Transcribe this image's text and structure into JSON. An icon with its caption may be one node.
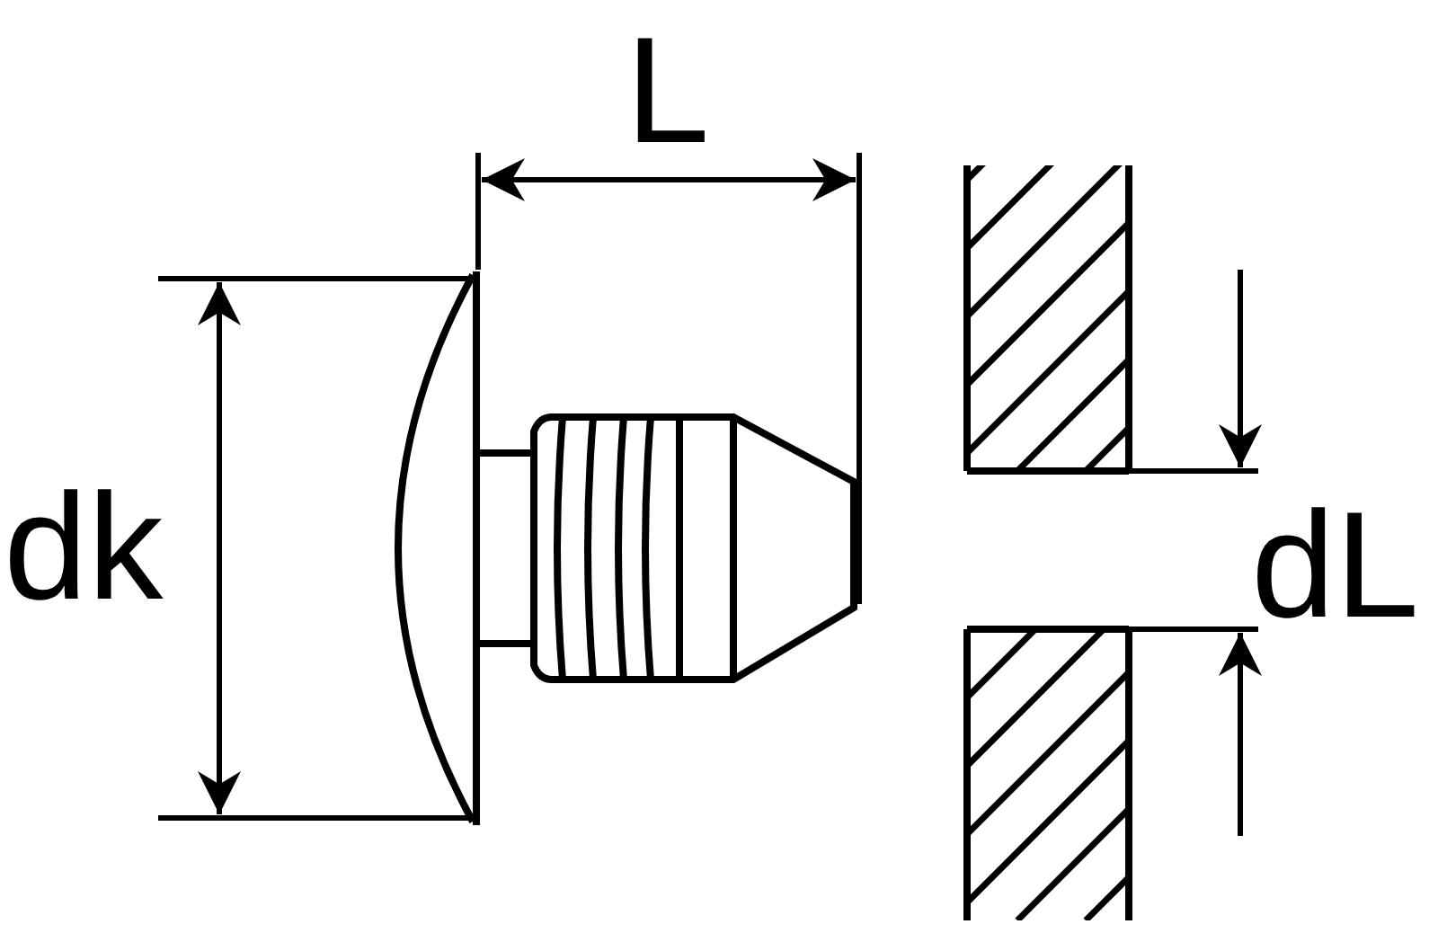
{
  "diagram": {
    "labels": [
      "L",
      "dk",
      "dL"
    ]
  }
}
